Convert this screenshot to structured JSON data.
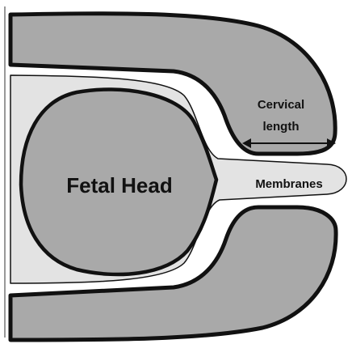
{
  "labels": {
    "fetal_head": "Fetal Head",
    "membranes": "Membranes",
    "cervical_line1": "Cervical",
    "cervical_line2": "length"
  },
  "colors": {
    "cervix_fill": "#a9a9a9",
    "membrane_fill": "#e3e3e3",
    "head_fill": "#a9a9a9",
    "outline": "#111111",
    "background": "#ffffff"
  }
}
